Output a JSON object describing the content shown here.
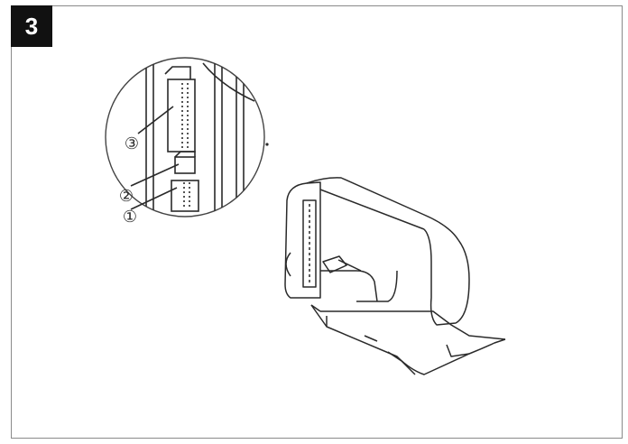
{
  "step": {
    "number": "3"
  },
  "detail": {
    "callouts": [
      {
        "label": "③"
      },
      {
        "label": "②"
      },
      {
        "label": "①"
      }
    ]
  },
  "colors": {
    "line": "#2a2a2a",
    "frame": "#8a8a8a",
    "badge": "#111111"
  },
  "icons": {
    "machine": "sewing-machine-drawing",
    "detail": "needle-bar-detail-drawing"
  }
}
